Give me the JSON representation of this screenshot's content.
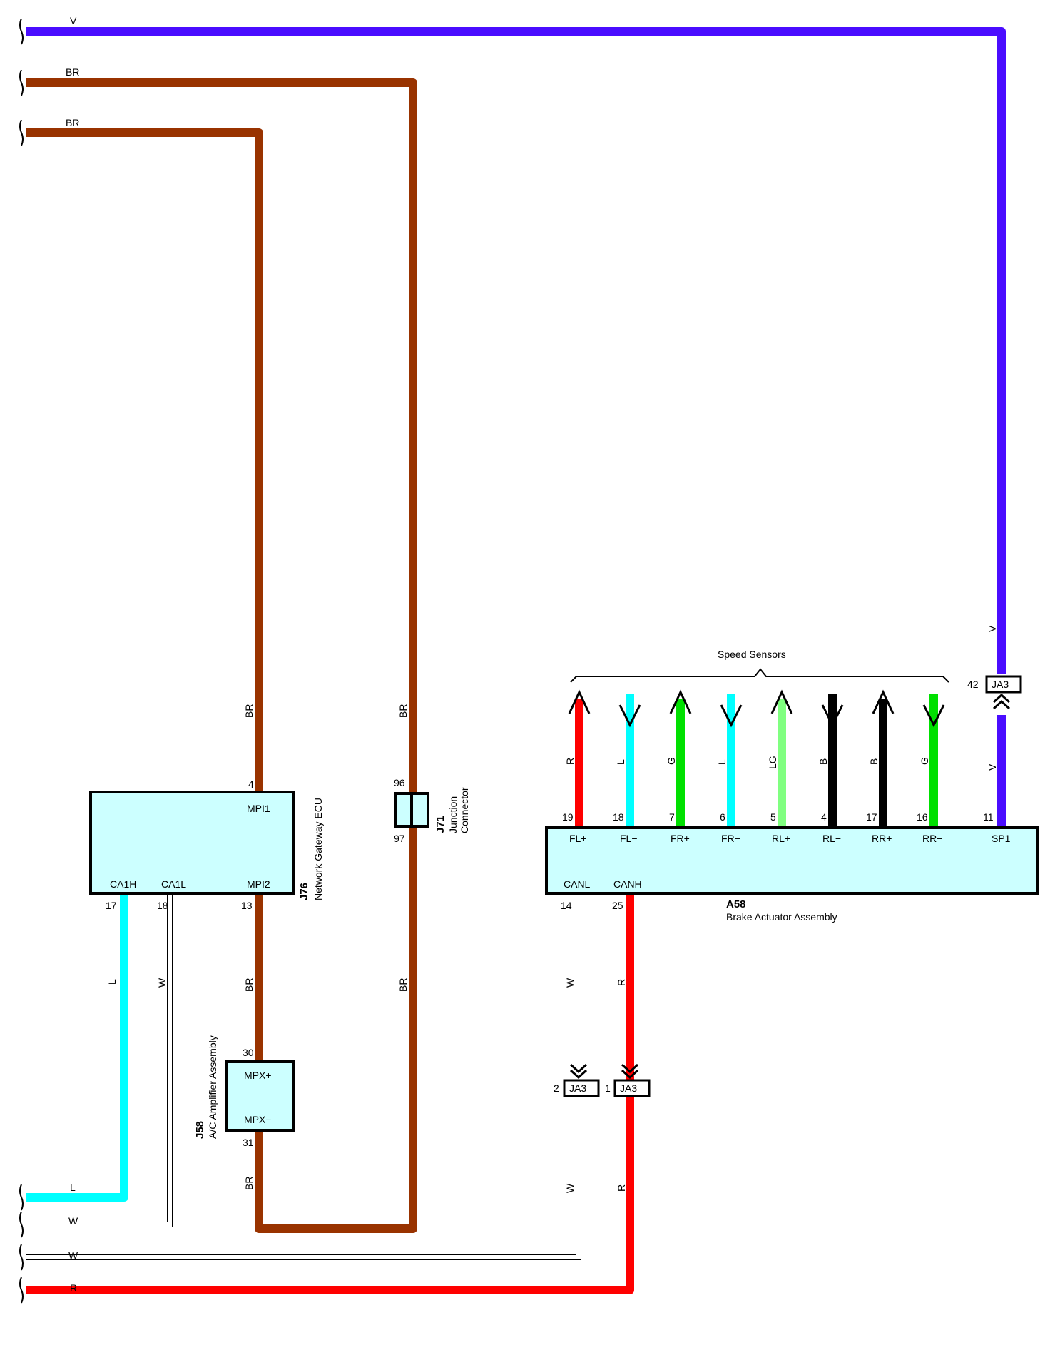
{
  "colors": {
    "V": "#4a0dff",
    "BR": "#993300",
    "L": "#00ffff",
    "W": "#ffffff",
    "R": "#ff0000",
    "G": "#00e000",
    "LG": "#80ff80",
    "B": "#000000",
    "box_fill": "#ccffff"
  },
  "left_wire_labels": {
    "v_top": "V",
    "br_1": "BR",
    "br_2": "BR",
    "l_bottom": "L",
    "w_1": "W",
    "w_2": "W",
    "r_bottom": "R"
  },
  "vertical_wire_labels": {
    "j76_br_upper": "BR",
    "j71_br_upper": "BR",
    "j76_l": "L",
    "j76_w": "W",
    "j76_br_lower": "BR",
    "j71_br_lower": "BR",
    "j58_br": "BR",
    "a58_w_upper": "W",
    "a58_r_upper": "R",
    "a58_w_lower": "W",
    "a58_r_lower": "R",
    "v_upper": "V",
    "v_lower": "V"
  },
  "network_gateway": {
    "code": "J76",
    "name": "Network Gateway ECU",
    "pins": {
      "mpi1": {
        "label": "MPI1",
        "number": "4"
      },
      "mpi2": {
        "label": "MPI2",
        "number": "13"
      },
      "ca1h": {
        "label": "CA1H",
        "number": "17"
      },
      "ca1l": {
        "label": "CA1L",
        "number": "18"
      }
    }
  },
  "junction_connector": {
    "code": "J71",
    "name_line1": "Junction",
    "name_line2": "Connector",
    "pin_top": "96",
    "pin_bottom": "97"
  },
  "ac_amplifier": {
    "code": "J58",
    "name": "A/C Amplifier Assembly",
    "pins": {
      "mpx_plus": {
        "label": "MPX+",
        "number": "30"
      },
      "mpx_minus": {
        "label": "MPX−",
        "number": "31"
      }
    }
  },
  "brake_actuator": {
    "code": "A58",
    "name": "Brake Actuator Assembly",
    "speed_sensors_label": "Speed Sensors",
    "top_pins": [
      {
        "label": "FL+",
        "number": "19",
        "wire": "R",
        "color": "#ff0000",
        "arrow": "up"
      },
      {
        "label": "FL−",
        "number": "18",
        "wire": "L",
        "color": "#00ffff",
        "arrow": "down"
      },
      {
        "label": "FR+",
        "number": "7",
        "wire": "G",
        "color": "#00e000",
        "arrow": "up"
      },
      {
        "label": "FR−",
        "number": "6",
        "wire": "L",
        "color": "#00ffff",
        "arrow": "down"
      },
      {
        "label": "RL+",
        "number": "5",
        "wire": "LG",
        "color": "#80ff80",
        "arrow": "up"
      },
      {
        "label": "RL−",
        "number": "4",
        "wire": "B",
        "color": "#000000",
        "arrow": "down"
      },
      {
        "label": "RR+",
        "number": "17",
        "wire": "B",
        "color": "#000000",
        "arrow": "up"
      },
      {
        "label": "RR−",
        "number": "16",
        "wire": "G",
        "color": "#00e000",
        "arrow": "down"
      }
    ],
    "sp1": {
      "label": "SP1",
      "number": "11"
    },
    "canl": {
      "label": "CANL",
      "number": "14"
    },
    "canh": {
      "label": "CANH",
      "number": "25"
    }
  },
  "connectors": {
    "ja3_top": {
      "label": "JA3",
      "pin": "42"
    },
    "ja3_canl": {
      "label": "JA3",
      "pin": "2"
    },
    "ja3_canh": {
      "label": "JA3",
      "pin": "1"
    }
  }
}
